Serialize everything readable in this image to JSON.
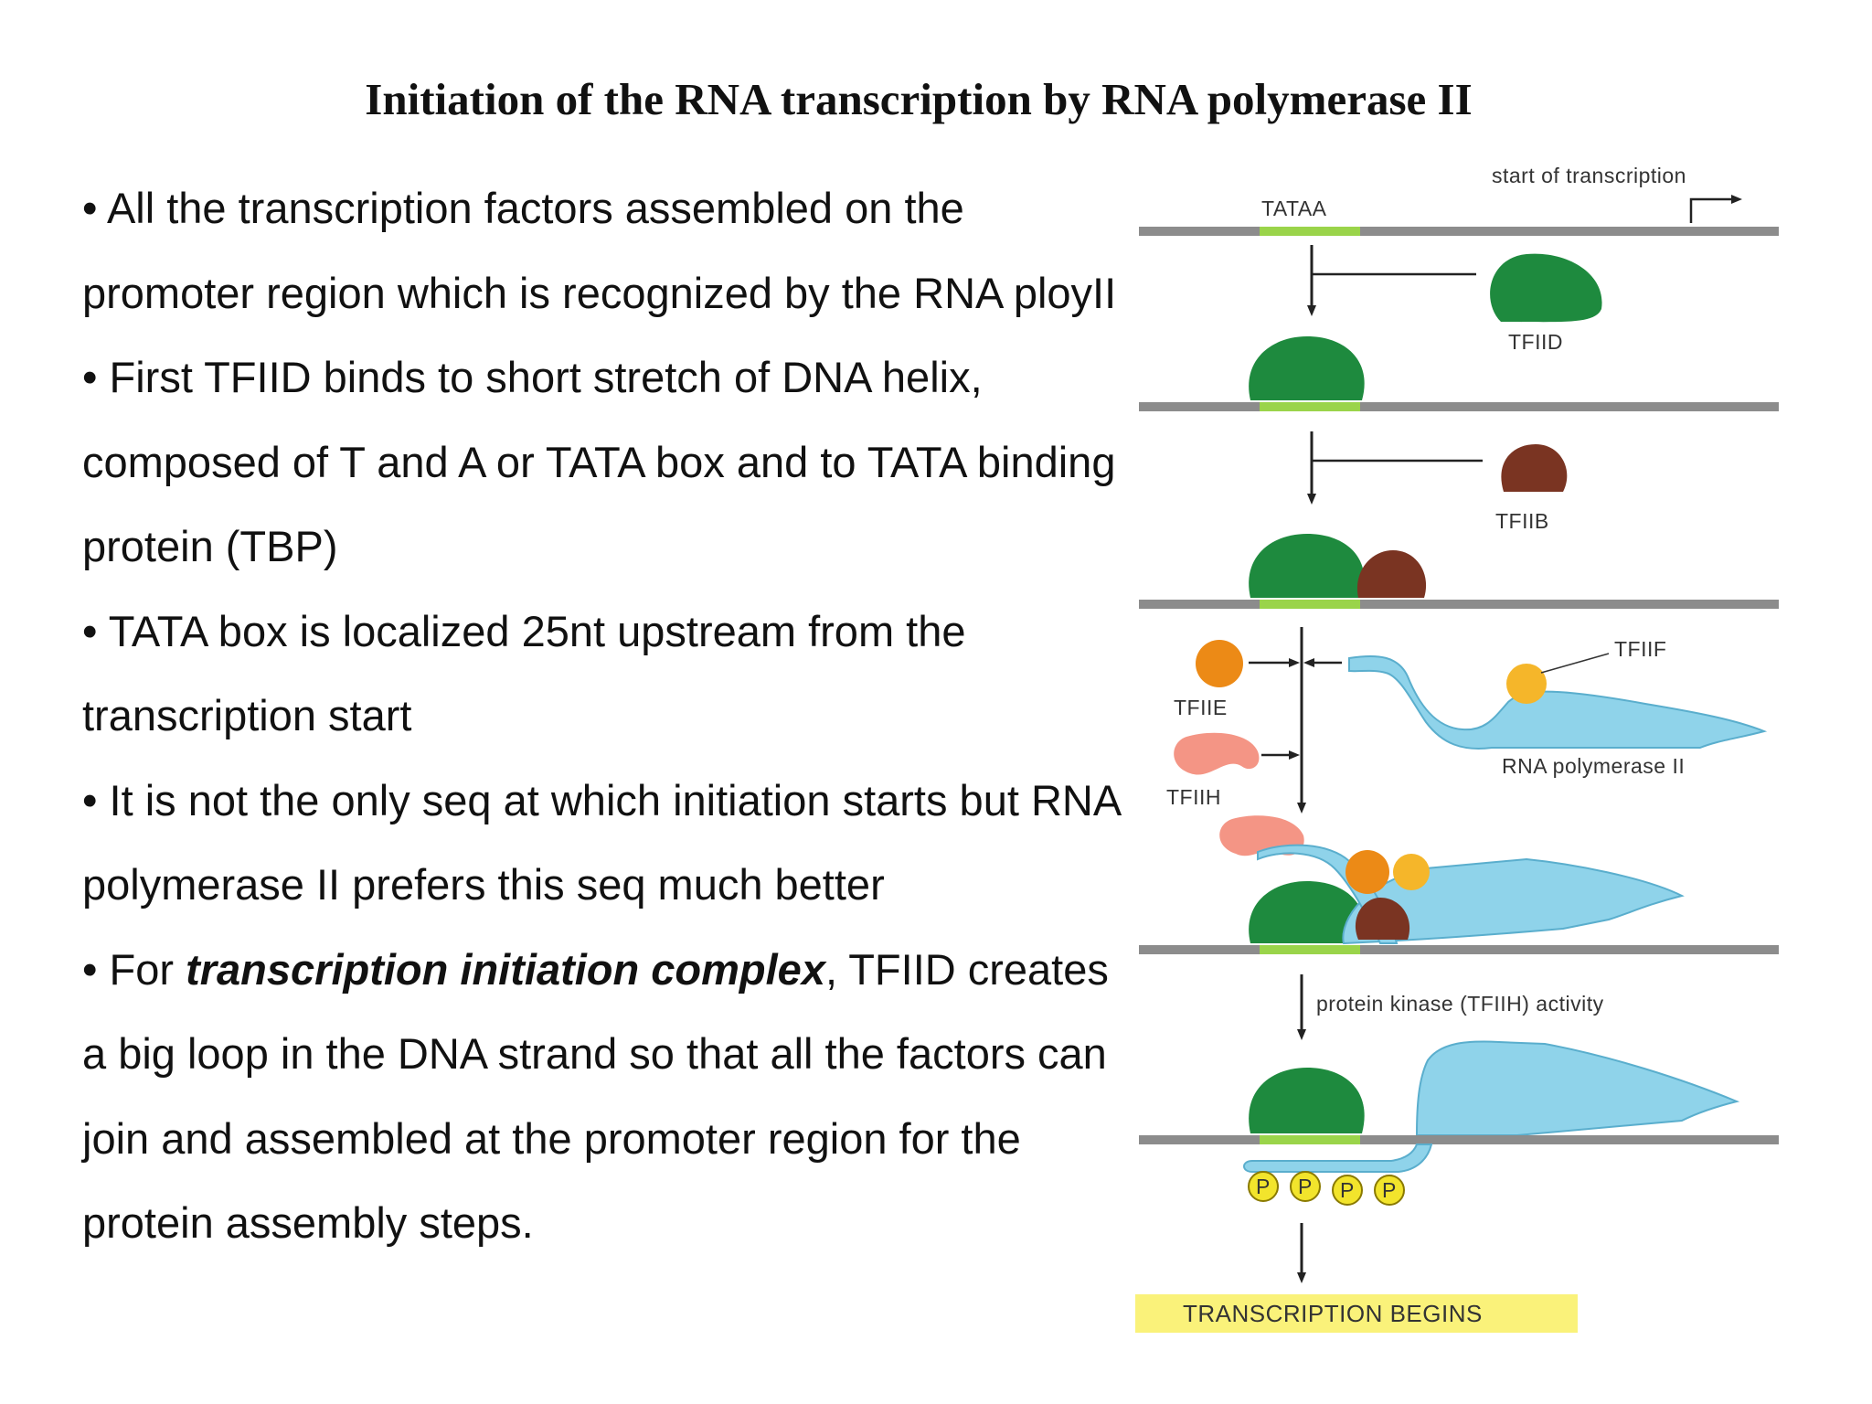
{
  "title": "Initiation of the RNA transcription by RNA polymerase II",
  "paragraphs": [
    {
      "bullet": "•",
      "text": "All the transcription factors assembled on the promoter region which is recognized by the RNA ployII"
    },
    {
      "bullet": "•",
      "text": "First TFIID binds to short stretch of DNA helix, composed of T and A or TATA  box and to TATA binding protein (TBP)"
    },
    {
      "bullet": "•",
      "text": "TATA box is localized 25nt upstream from the transcription start"
    },
    {
      "bullet": "•",
      "text": "It is not the only seq at which initiation starts but RNA polymerase II prefers this seq much better"
    },
    {
      "bullet": "•",
      "text_before": "For ",
      "emphasis": "transcription initiation complex",
      "text_after": ", TFIID creates a big loop in the DNA strand so that all the factors can join and assembled at the promoter region for the protein assembly steps."
    }
  ],
  "figure": {
    "labels": {
      "tataa": "TATAA",
      "start": "start of transcription",
      "tfiid": "TFIID",
      "tfiib": "TFIIB",
      "tfiie": "TFIIE",
      "tfiih": "TFIIH",
      "tfiif": "TFIIF",
      "rna_pol": "RNA polymerase II",
      "kinase": "protein kinase (TFIIH) activity",
      "phospho": "P",
      "begins": "TRANSCRIPTION BEGINS"
    },
    "colors": {
      "dna": "#8c8c8c",
      "tata_box": "#9ad44a",
      "tfiid": "#1e8a3e",
      "tfiib": "#7a3422",
      "tfiie": "#ec8a16",
      "tfiih": "#f49585",
      "tfiif": "#f5b62a",
      "rna_polymerase": "#8fd3ea",
      "phosphate": "#f2e42c",
      "banner": "#faf27a"
    }
  }
}
